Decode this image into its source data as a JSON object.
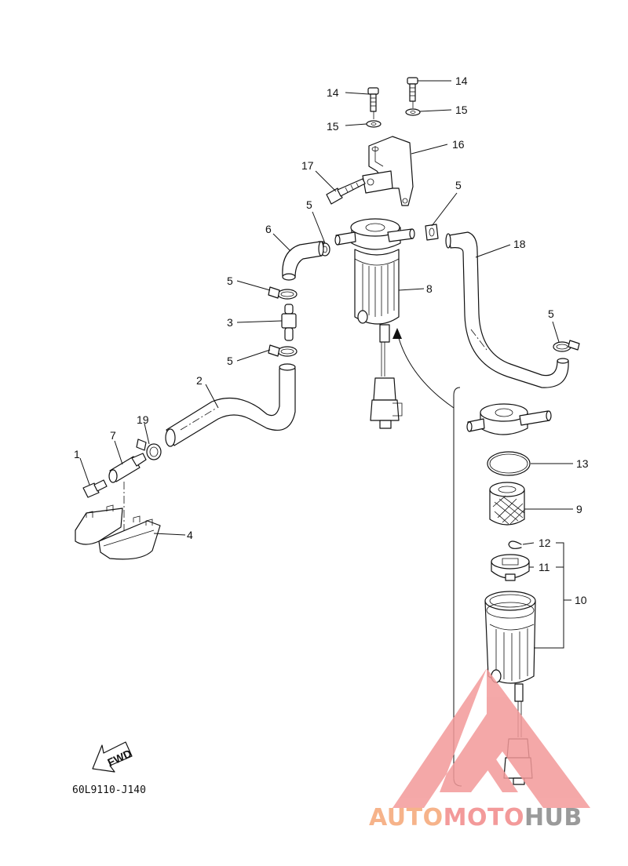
{
  "diagram": {
    "code": "60L9110-J140",
    "fwd_label": "FWD",
    "parts": [
      {
        "label": "1"
      },
      {
        "label": "2"
      },
      {
        "label": "3"
      },
      {
        "label": "4"
      },
      {
        "label": "5"
      },
      {
        "label": "5"
      },
      {
        "label": "5"
      },
      {
        "label": "5"
      },
      {
        "label": "5"
      },
      {
        "label": "6"
      },
      {
        "label": "7"
      },
      {
        "label": "8"
      },
      {
        "label": "9"
      },
      {
        "label": "10"
      },
      {
        "label": "11"
      },
      {
        "label": "12"
      },
      {
        "label": "13"
      },
      {
        "label": "14"
      },
      {
        "label": "14"
      },
      {
        "label": "15"
      },
      {
        "label": "15"
      },
      {
        "label": "16"
      },
      {
        "label": "17"
      },
      {
        "label": "18"
      },
      {
        "label": "19"
      }
    ]
  },
  "watermark": {
    "part1": "AUTO",
    "part2": "MOTO",
    "part3": "HUB",
    "colors": {
      "orange": "#f6b38a",
      "red": "#f39a9a",
      "gray": "#9a9a9a"
    }
  }
}
